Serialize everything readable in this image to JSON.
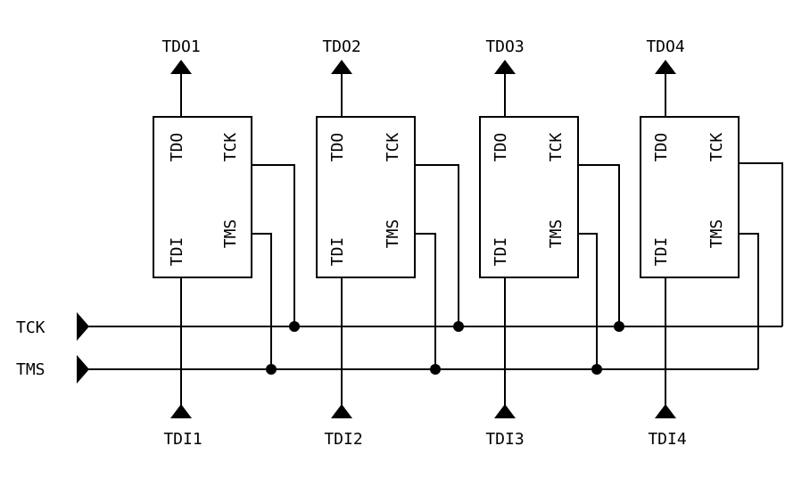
{
  "devices": [
    {
      "pins": {
        "tdo": "TDO",
        "tck": "TCK",
        "tdi": "TDI",
        "tms": "TMS"
      },
      "tdo_out": "TDO1",
      "tdi_in": "TDI1"
    },
    {
      "pins": {
        "tdo": "TDO",
        "tck": "TCK",
        "tdi": "TDI",
        "tms": "TMS"
      },
      "tdo_out": "TDO2",
      "tdi_in": "TDI2"
    },
    {
      "pins": {
        "tdo": "TDO",
        "tck": "TCK",
        "tdi": "TDI",
        "tms": "TMS"
      },
      "tdo_out": "TDO3",
      "tdi_in": "TDI3"
    },
    {
      "pins": {
        "tdo": "TDO",
        "tck": "TCK",
        "tdi": "TDI",
        "tms": "TMS"
      },
      "tdo_out": "TDO4",
      "tdi_in": "TDI4"
    }
  ],
  "buses": {
    "tck": "TCK",
    "tms": "TMS"
  }
}
